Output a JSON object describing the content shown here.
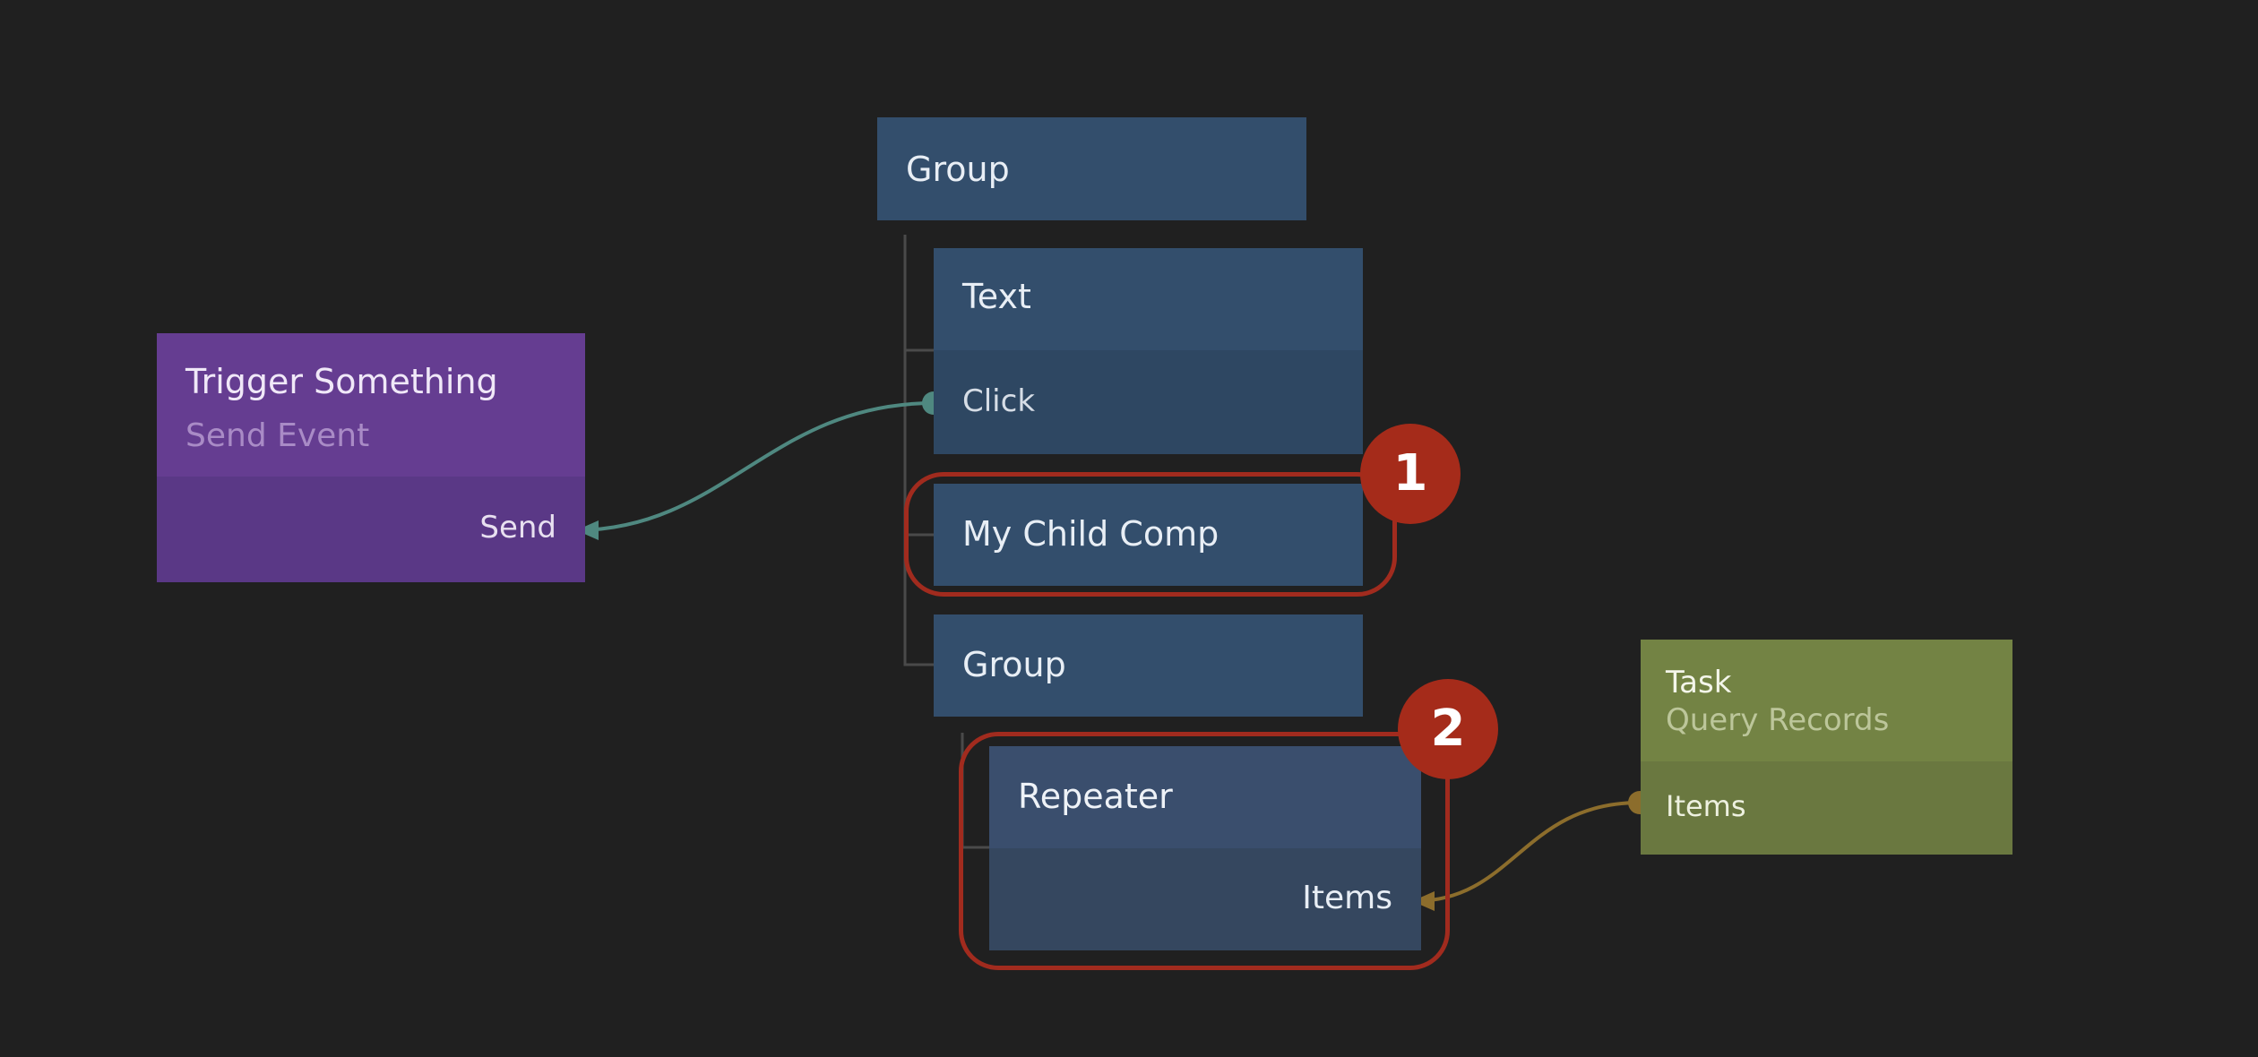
{
  "colors": {
    "background": "#202020",
    "visual_node": "#334e6c",
    "visual_node_port_area": "#2e4762",
    "event_node": "#653d91",
    "data_node": "#738344",
    "signal_wire": "#4f8880",
    "data_wire": "#8c6d2c",
    "highlight": "#a12b1e"
  },
  "nodes": {
    "group_root": {
      "title": "Group"
    },
    "text": {
      "title": "Text",
      "port": "Click"
    },
    "my_child_comp": {
      "title": "My Child Comp"
    },
    "group_child": {
      "title": "Group"
    },
    "repeater": {
      "title": "Repeater",
      "port": "Items"
    },
    "send_event": {
      "title": "Trigger Something",
      "subtitle": "Send Event",
      "port": "Send"
    },
    "query_records": {
      "title": "Task",
      "subtitle": "Query Records",
      "port": "Items"
    }
  },
  "annotations": {
    "badge_1": "1",
    "badge_2": "2"
  },
  "connections": [
    {
      "from": "text.Click",
      "to": "send_event.Send",
      "type": "signal"
    },
    {
      "from": "query_records.Items",
      "to": "repeater.Items",
      "type": "data"
    }
  ]
}
